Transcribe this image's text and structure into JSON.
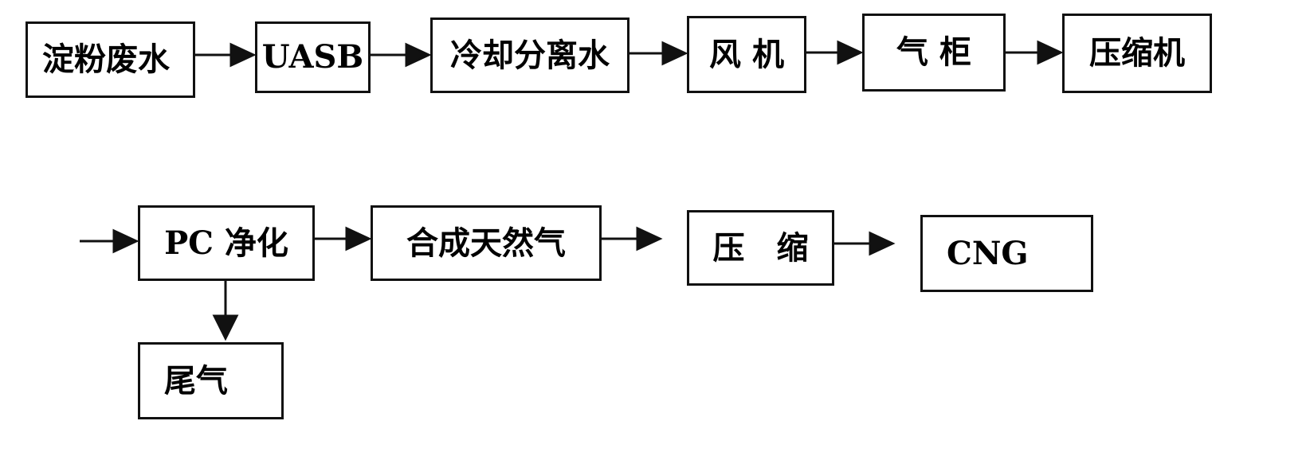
{
  "row1": [
    {
      "id": "starch-wastewater",
      "label": "淀粉废水"
    },
    {
      "id": "uasb",
      "label": "UASB"
    },
    {
      "id": "cooling-separation",
      "label": "冷却分离水"
    },
    {
      "id": "blower",
      "label": "风 机"
    },
    {
      "id": "gas-holder",
      "label": "气 柜"
    },
    {
      "id": "compressor",
      "label": "压缩机"
    }
  ],
  "row2": [
    {
      "id": "pc-purification",
      "label": "PC 净化"
    },
    {
      "id": "synthetic-natural-gas",
      "label": "合成天然气"
    },
    {
      "id": "compression",
      "label": "压　缩"
    },
    {
      "id": "cng",
      "label": "CNG"
    }
  ],
  "tail_gas": {
    "id": "tail-gas",
    "label": "尾气"
  },
  "colors": {
    "line": "#111111",
    "fill": "#ffffff"
  }
}
